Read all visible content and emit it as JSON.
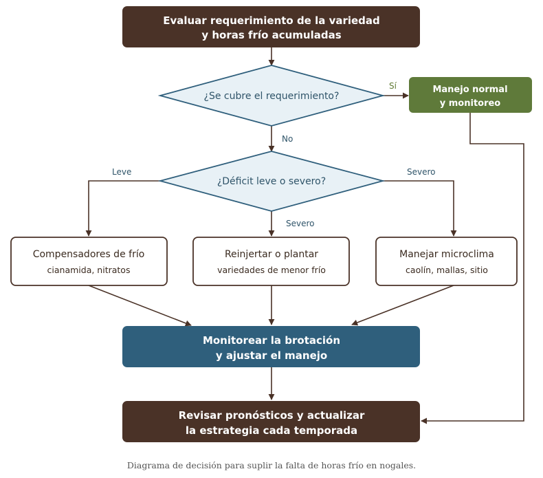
{
  "colors": {
    "dark_brown": "#4a3227",
    "green": "#5f7a3a",
    "teal": "#2f5f7c",
    "diamond_fill": "#e8f1f6",
    "diamond_stroke": "#2f5f7c",
    "white_box_stroke": "#4a3227",
    "arrow": "#4a3227"
  },
  "nodes": {
    "start": {
      "line1": "Evaluar requerimiento de la variedad",
      "line2": "y horas frío acumuladas"
    },
    "decision1": {
      "text": "¿Se cubre el requerimiento?"
    },
    "normal": {
      "line1": "Manejo normal",
      "line2": "y monitoreo"
    },
    "decision2": {
      "text": "¿Déficit leve o severo?"
    },
    "compensadores": {
      "title": "Compensadores de frío",
      "subtitle": "cianamida, nitratos"
    },
    "reinjertar": {
      "title": "Reinjertar o plantar",
      "subtitle": "variedades de menor frío"
    },
    "microclima": {
      "title": "Manejar microclima",
      "subtitle": "caolín, mallas, sitio"
    },
    "monitorear": {
      "line1": "Monitorear la brotación",
      "line2": "y ajustar el manejo"
    },
    "revisar": {
      "line1": "Revisar pronósticos y actualizar",
      "line2": "la estrategia cada temporada"
    }
  },
  "edges": {
    "yes": "Sí",
    "no": "No",
    "leve": "Leve",
    "severo_center": "Severo",
    "severo_right": "Severo"
  },
  "caption": "Diagrama de decisión para suplir la falta de horas frío en nogales."
}
